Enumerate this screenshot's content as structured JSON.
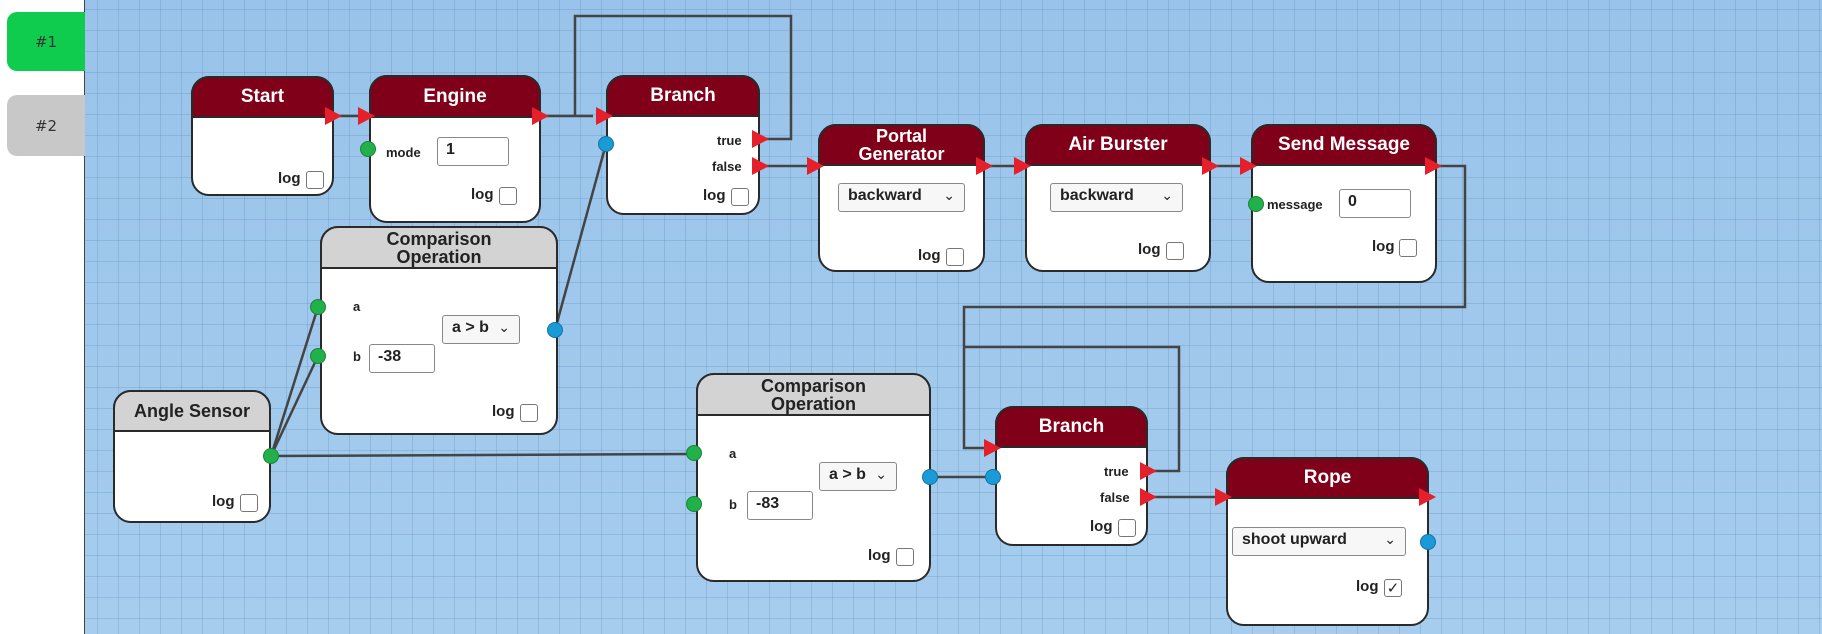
{
  "tabs": [
    "#1",
    "#2"
  ],
  "labels": {
    "log": "log",
    "mode": "mode",
    "true": "true",
    "false": "false",
    "message": "message",
    "a": "a",
    "b": "b"
  },
  "nodes": {
    "start": {
      "title": "Start",
      "log": false
    },
    "engine": {
      "title": "Engine",
      "mode": "1",
      "log": false
    },
    "branch1": {
      "title": "Branch",
      "log": false
    },
    "portal": {
      "title_line1": "Portal",
      "title_line2": "Generator",
      "direction": "backward",
      "log": false
    },
    "air": {
      "title": "Air Burster",
      "direction": "backward",
      "log": false
    },
    "sendmsg": {
      "title": "Send Message",
      "message": "0",
      "log": false
    },
    "compare1": {
      "title_line1": "Comparison",
      "title_line2": "Operation",
      "op": "a > b",
      "b": "-38",
      "log": false
    },
    "angle": {
      "title": "Angle Sensor",
      "log": false
    },
    "compare2": {
      "title_line1": "Comparison",
      "title_line2": "Operation",
      "op": "a > b",
      "b": "-83",
      "log": false
    },
    "branch2": {
      "title": "Branch",
      "log": false
    },
    "rope": {
      "title": "Rope",
      "action": "shoot upward",
      "log": true
    }
  },
  "icons": {
    "chevron": "chevron-down-icon",
    "check": "✓"
  },
  "colors": {
    "header_red": "#800019",
    "header_grey": "#d3d3d3",
    "tab_active": "#10cc4e",
    "tab_inactive": "#c8c8c8",
    "exec_arrow": "#e5202b",
    "port_green": "#22b04a",
    "port_blue": "#1a9ad6",
    "canvas_blue": "#9ec7ea"
  }
}
